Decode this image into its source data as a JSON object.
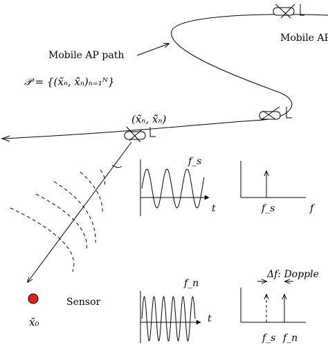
{
  "labels": {
    "mobile_ap_top": "Mobile AP",
    "mobile_ap_path": "Mobile AP path",
    "path_set": "𝒫 = {(x̃ₙ, ẋ̃ₙ)ₙ₌₁ᴺ}",
    "state_label": "(x̃ₙ, ẋ̃ₙ)",
    "sensor": "Sensor",
    "sensor_pos": "x̃₀"
  },
  "plots": {
    "fs_wave_label": "f_s",
    "fs_time_axis": "t",
    "fs_spec_tick": "f_s",
    "fs_freq_axis": "f",
    "fn_wave_label": "f_n",
    "fn_time_axis": "t",
    "fn_spec_tick_s": "f_s",
    "fn_spec_tick_n": "f_n",
    "doppler_label": "Δf: Dopple"
  },
  "colors": {
    "sensor_fill": "#e0201b",
    "ink": "#000000"
  }
}
